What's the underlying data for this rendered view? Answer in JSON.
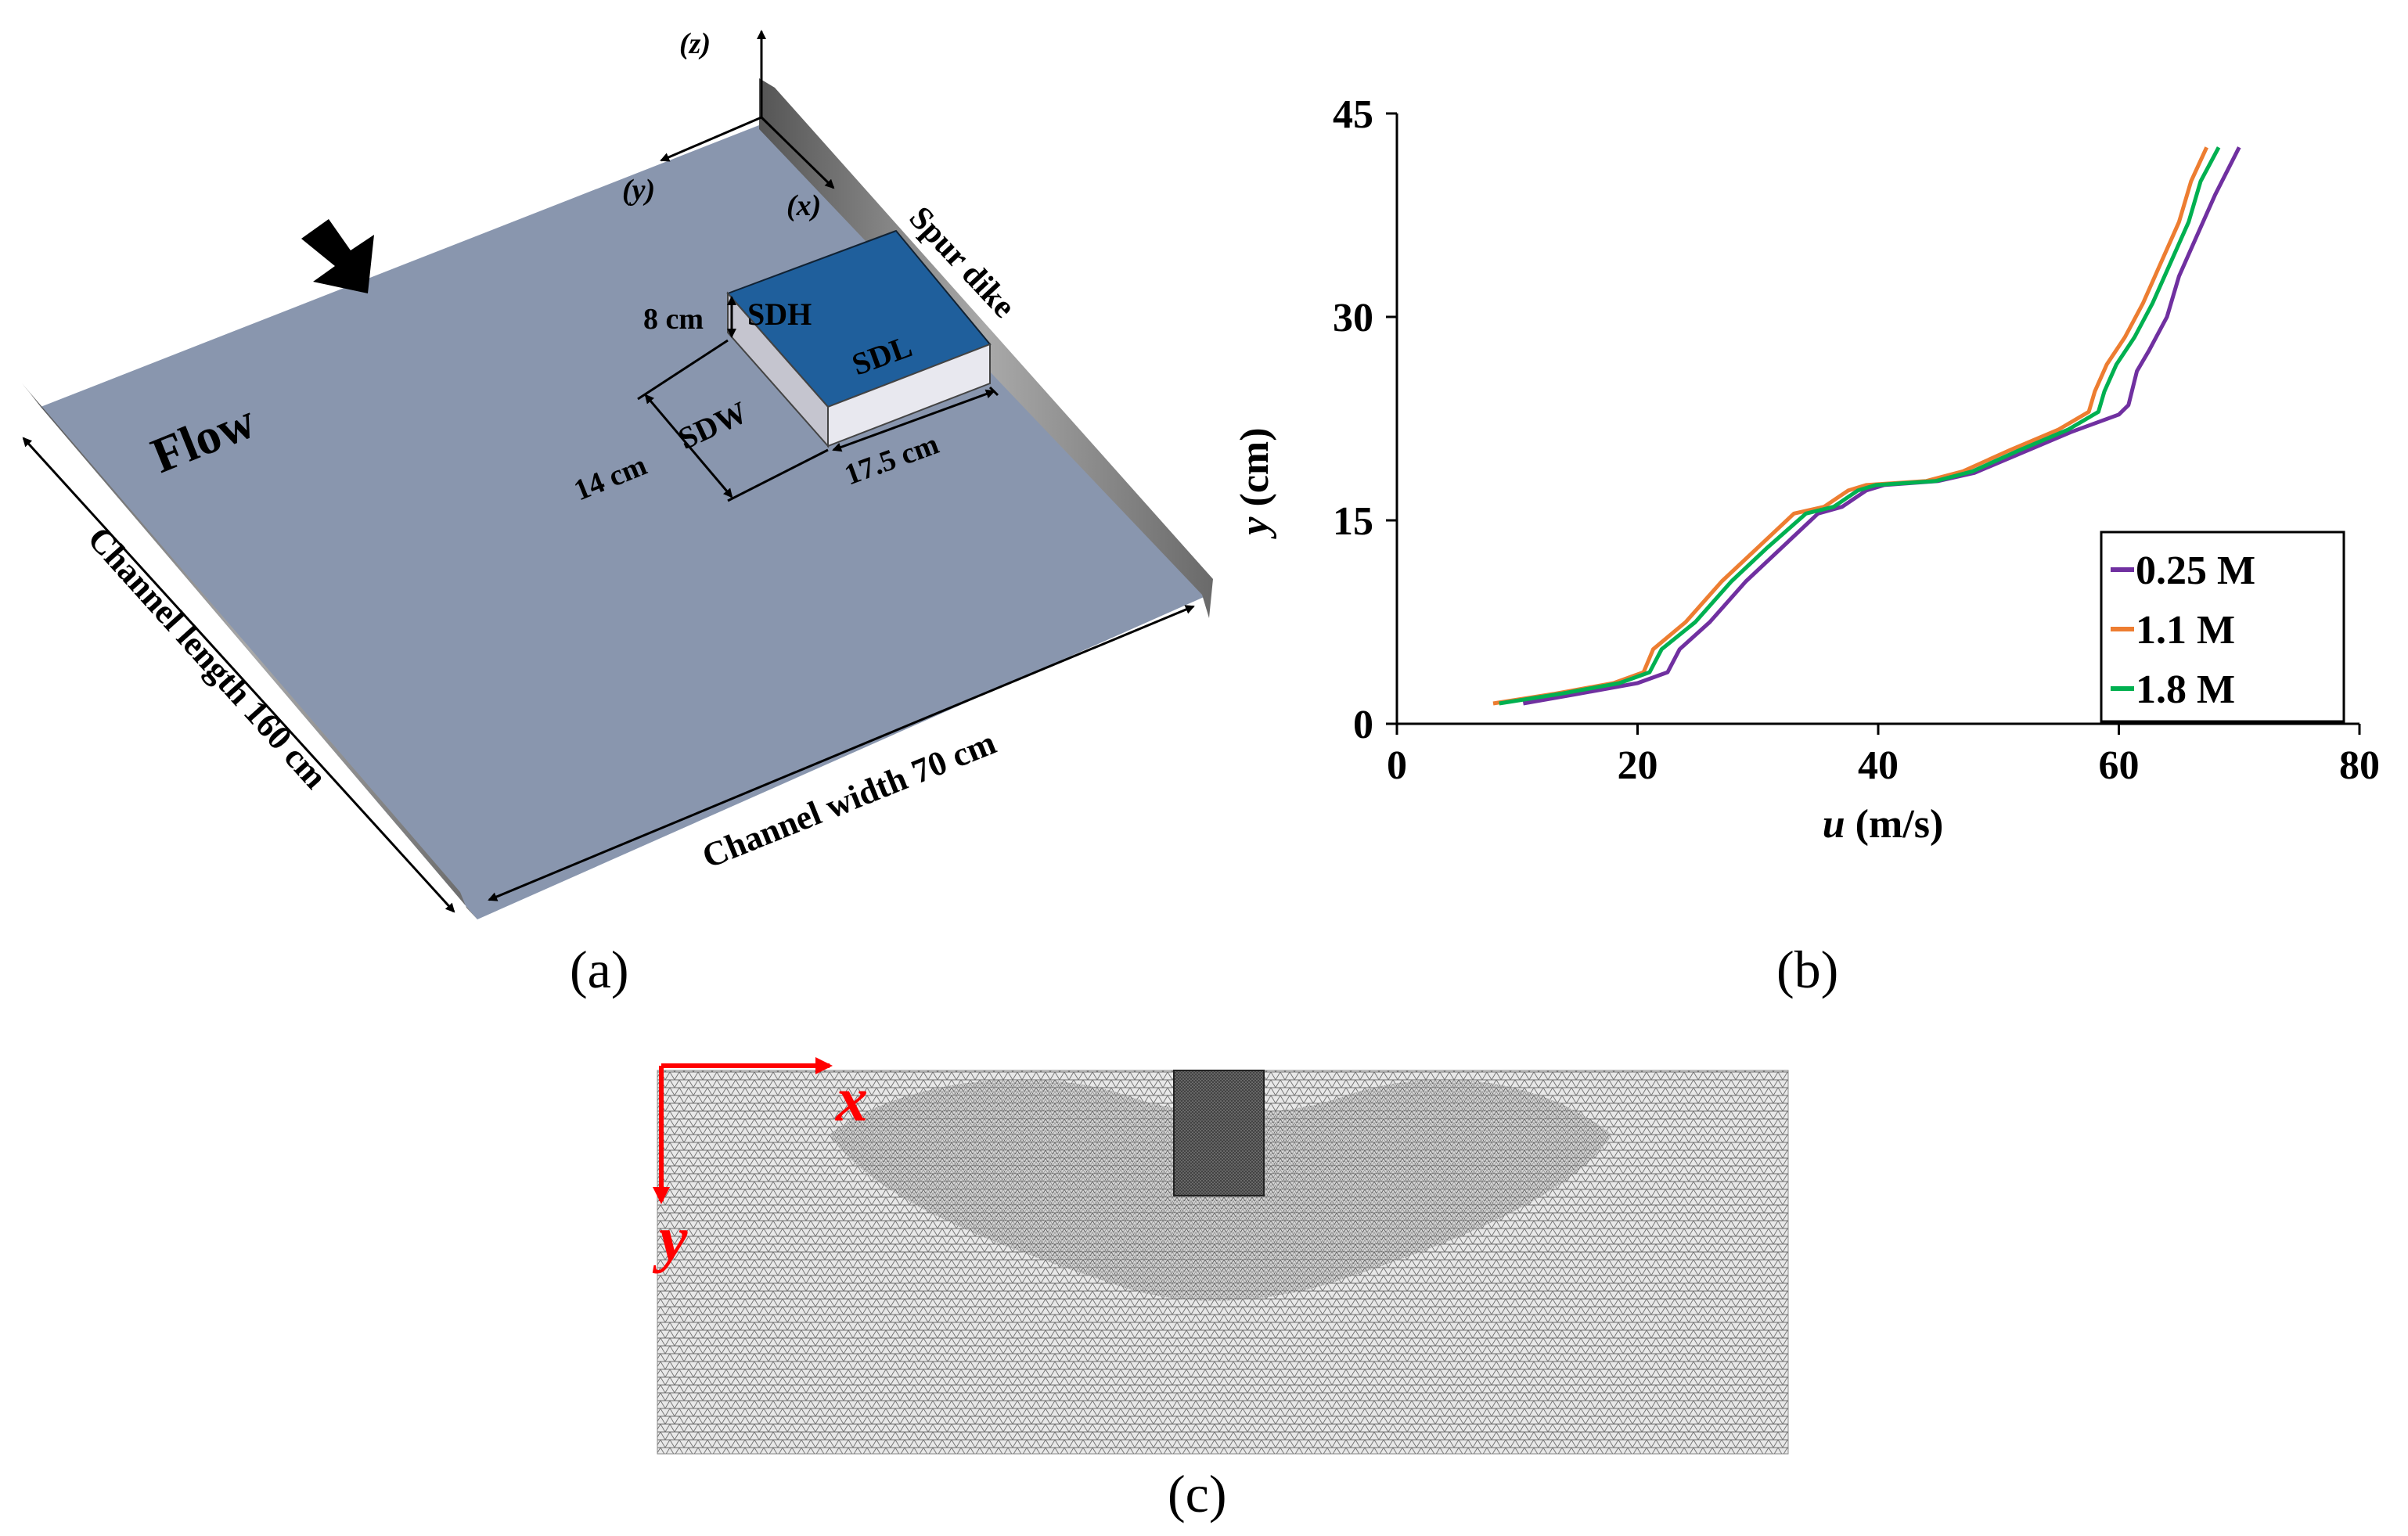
{
  "panel_a": {
    "label": "(a)",
    "axes": {
      "z": "(z)",
      "y": "(y)",
      "x": "(x)"
    },
    "flow_label": "Flow",
    "spur_dike_label": "Spur dike",
    "block_labels": {
      "height": "SDH",
      "length": "SDL",
      "width": "SDW"
    },
    "dimensions": {
      "height": "8 cm",
      "width": "14 cm",
      "length": "17.5 cm"
    },
    "channel_length": "Channel length 160 cm",
    "channel_width": "Channel width 70 cm",
    "colors": {
      "bed": "#8996ae",
      "block_top": "#1f5f9c",
      "wall": "#7d7d7d"
    }
  },
  "panel_b": {
    "label": "(b)",
    "chart_data": {
      "type": "line",
      "xlabel_italic": "u",
      "xlabel_unit": " (m/s)",
      "ylabel_italic": "y",
      "ylabel_unit": " (cm)",
      "xlim": [
        0,
        80
      ],
      "ylim": [
        0,
        45
      ],
      "xticks": [
        "0",
        "20",
        "40",
        "60",
        "80"
      ],
      "yticks": [
        "0",
        "15",
        "30",
        "45"
      ],
      "legend_position": "bottom-right",
      "series": [
        {
          "name": "0.25 M",
          "color": "#7030a0",
          "points": [
            [
              10.5,
              1.5
            ],
            [
              15,
              2.2
            ],
            [
              20,
              3
            ],
            [
              22.5,
              3.8
            ],
            [
              23.5,
              5.5
            ],
            [
              26,
              7.5
            ],
            [
              29,
              10.5
            ],
            [
              32,
              13
            ],
            [
              35,
              15.5
            ],
            [
              37,
              16
            ],
            [
              39,
              17.2
            ],
            [
              40.5,
              17.6
            ],
            [
              45,
              17.9
            ],
            [
              48,
              18.5
            ],
            [
              52,
              20
            ],
            [
              56,
              21.5
            ],
            [
              60,
              22.8
            ],
            [
              60.8,
              23.5
            ],
            [
              61.5,
              26
            ],
            [
              62.5,
              27.5
            ],
            [
              64,
              30
            ],
            [
              65,
              33
            ],
            [
              66.5,
              36
            ],
            [
              68,
              39
            ],
            [
              70,
              42.5
            ]
          ]
        },
        {
          "name": "1.1 M",
          "color": "#ed7d31",
          "points": [
            [
              8,
              1.5
            ],
            [
              13,
              2.2
            ],
            [
              18,
              3
            ],
            [
              20.5,
              3.8
            ],
            [
              21.3,
              5.5
            ],
            [
              24,
              7.5
            ],
            [
              27,
              10.5
            ],
            [
              30,
              13
            ],
            [
              33,
              15.5
            ],
            [
              35.5,
              16
            ],
            [
              37.5,
              17.2
            ],
            [
              39,
              17.6
            ],
            [
              44,
              17.9
            ],
            [
              47,
              18.6
            ],
            [
              51,
              20.2
            ],
            [
              55,
              21.7
            ],
            [
              57.5,
              23
            ],
            [
              58,
              24.5
            ],
            [
              59,
              26.5
            ],
            [
              60.5,
              28.5
            ],
            [
              62,
              31
            ],
            [
              63.5,
              34
            ],
            [
              65,
              37
            ],
            [
              66,
              40
            ],
            [
              67.3,
              42.5
            ]
          ]
        },
        {
          "name": "1.8 M",
          "color": "#00b050",
          "points": [
            [
              8.5,
              1.5
            ],
            [
              13.5,
              2.2
            ],
            [
              18.5,
              3
            ],
            [
              21,
              3.8
            ],
            [
              22,
              5.5
            ],
            [
              24.8,
              7.5
            ],
            [
              27.8,
              10.5
            ],
            [
              30.8,
              13
            ],
            [
              34,
              15.5
            ],
            [
              36.3,
              16
            ],
            [
              38.3,
              17.2
            ],
            [
              39.8,
              17.6
            ],
            [
              44.8,
              17.9
            ],
            [
              47.8,
              18.6
            ],
            [
              51.8,
              20.2
            ],
            [
              55.8,
              21.7
            ],
            [
              58.3,
              23
            ],
            [
              58.8,
              24.5
            ],
            [
              59.8,
              26.5
            ],
            [
              61.3,
              28.5
            ],
            [
              62.8,
              31
            ],
            [
              64.3,
              34
            ],
            [
              65.8,
              37
            ],
            [
              66.8,
              40
            ],
            [
              68.3,
              42.5
            ]
          ]
        }
      ]
    }
  },
  "panel_c": {
    "label": "(c)",
    "axes": {
      "x": "x",
      "y": "y"
    },
    "axis_color": "#ff0000",
    "mesh_color": "#9e9e9e"
  }
}
